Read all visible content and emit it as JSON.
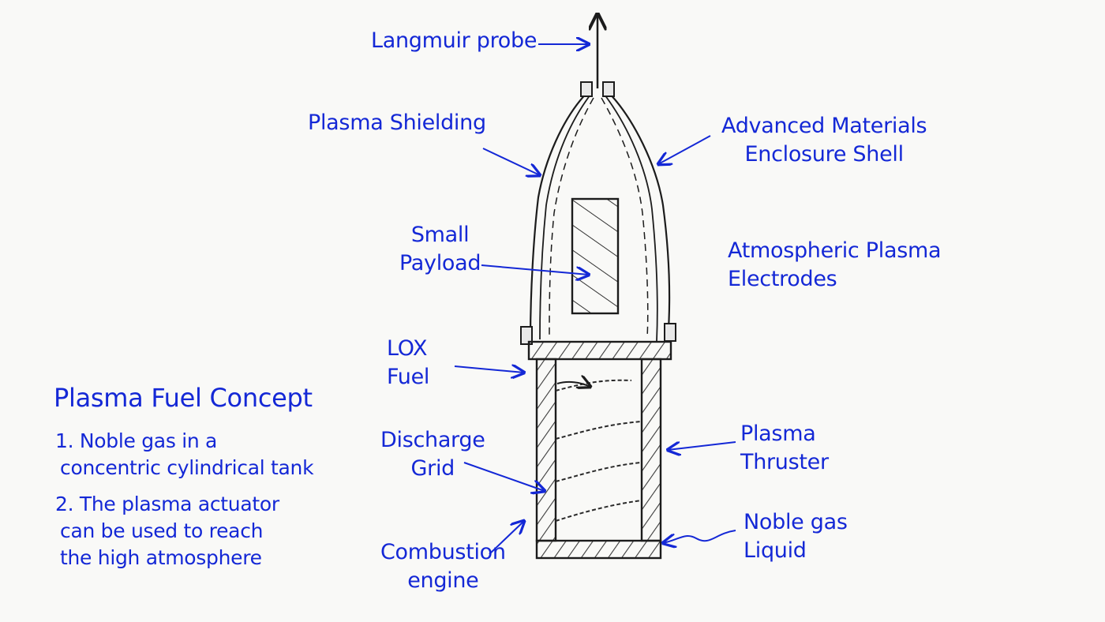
{
  "labels": {
    "langmuir_probe": "Langmuir probe",
    "plasma_shielding": "Plasma Shielding",
    "advanced_materials": [
      "Advanced Materials",
      "Enclosure Shell"
    ],
    "small_payload": [
      "Small",
      "Payload"
    ],
    "atmospheric_plasma": [
      "Atmospheric Plasma",
      "Electrodes"
    ],
    "lox_fuel": [
      "LOX",
      "Fuel"
    ],
    "discharge_grid": [
      "Discharge",
      "Grid"
    ],
    "plasma_thruster": [
      "Plasma",
      "Thruster"
    ],
    "combustion_engine": [
      "Combustion",
      "engine"
    ],
    "noble_gas_liquid": [
      "Noble gas",
      "Liquid"
    ]
  },
  "concept": {
    "title": "Plasma Fuel Concept",
    "items": [
      [
        "1. Noble gas in a",
        "concentric cylindrical tank"
      ],
      [
        "2. The plasma actuator",
        "can be used to reach",
        "the high atmosphere"
      ]
    ]
  },
  "colors": {
    "ink": "#1428d6",
    "sketch": "#1c1c1c",
    "paper": "#f9f9f7"
  }
}
